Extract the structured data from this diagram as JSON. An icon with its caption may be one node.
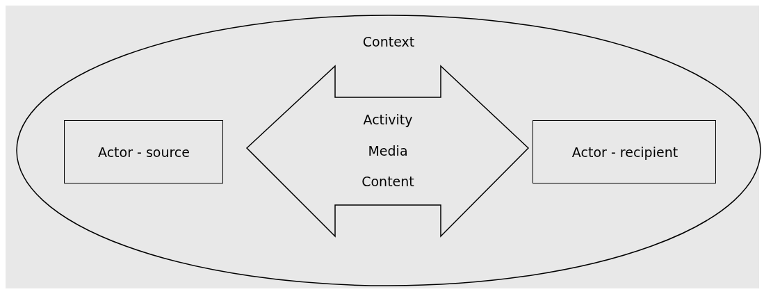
{
  "diagram": {
    "nodes": [
      {
        "text": [
          "Context"
        ]
      },
      {
        "text": [
          "Actor - source"
        ],
        "in": 0
      },
      {
        "text": [
          "Activity",
          "Media",
          "Content"
        ],
        "in": 0
      },
      {
        "text": [
          "Actor - recipient"
        ],
        "in": 0
      }
    ]
  }
}
